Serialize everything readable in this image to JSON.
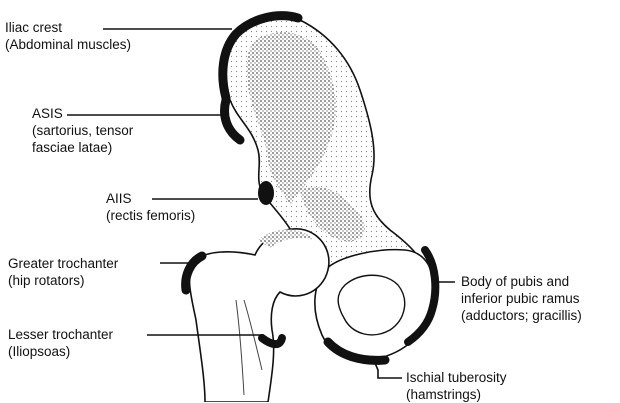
{
  "labels": {
    "iliac_crest": {
      "name": "Iliac crest",
      "note": "(Abdominal muscles)"
    },
    "asis": {
      "name": "ASIS",
      "note_line1": "(sartorius, tensor",
      "note_line2": "fasciae latae)"
    },
    "aiis": {
      "name": "AIIS",
      "note": "(rectis femoris)"
    },
    "greater_trochanter": {
      "name": "Greater trochanter",
      "note": "(hip rotators)"
    },
    "lesser_trochanter": {
      "name": "Lesser trochanter",
      "note": "(Iliopsoas)"
    },
    "pubis": {
      "name_line1": "Body of pubis and",
      "name_line2": "inferior pubic ramus",
      "note": "(adductors; gracillis)"
    },
    "ischial_tuberosity": {
      "name": "Ischial tuberosity",
      "note": "(hamstrings)"
    }
  },
  "colors": {
    "ink": "#111111",
    "bone_shade": "#8a8a8a",
    "paper": "#ffffff"
  }
}
